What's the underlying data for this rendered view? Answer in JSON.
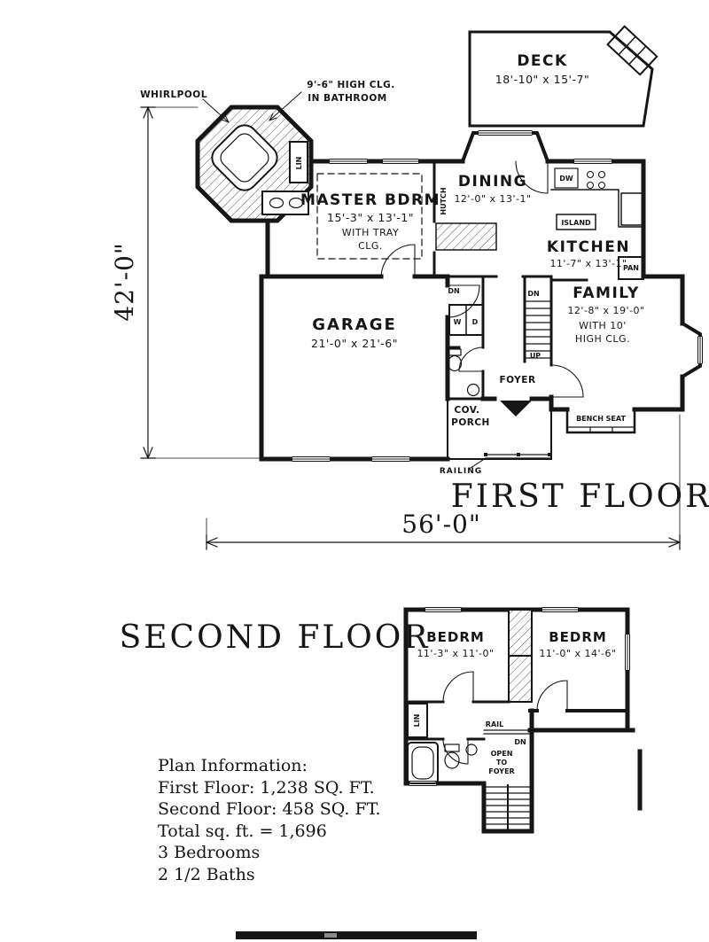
{
  "first_floor": {
    "title": "FIRST FLOOR",
    "dims": {
      "height": "42'-0\"",
      "width": "56'-0\""
    },
    "callouts": {
      "whirlpool": "WHIRLPOOL",
      "clg_line1": "9'-6\" HIGH CLG.",
      "clg_line2": "IN BATHROOM"
    },
    "deck": {
      "name": "DECK",
      "size": "18'-10\" x 15'-7\""
    },
    "master": {
      "name": "MASTER BDRM",
      "size": "15'-3\" x 13'-1\"",
      "note1": "WITH TRAY",
      "note2": "CLG."
    },
    "dining": {
      "name": "DINING",
      "size": "12'-0\" x 13'-1\""
    },
    "kitchen": {
      "name": "KITCHEN",
      "size": "11'-7\" x 13'-1\""
    },
    "family": {
      "name": "FAMILY",
      "size": "12'-8\" x 19'-0\"",
      "note1": "WITH 10'",
      "note2": "HIGH CLG."
    },
    "garage": {
      "name": "GARAGE",
      "size": "21'-0\" x 21'-6\""
    },
    "foyer": "FOYER",
    "porch_line1": "COV.",
    "porch_line2": "PORCH",
    "small": {
      "lin": "LIN",
      "hutch": "HUTCH",
      "dw": "DW",
      "island": "ISLAND",
      "pan": "PAN",
      "dn_hall": "DN",
      "dn_stairs": "DN",
      "up": "UP",
      "w": "W",
      "d": "D",
      "bench": "BENCH SEAT",
      "railing": "RAILING"
    }
  },
  "second_floor": {
    "title": "SECOND FLOOR",
    "bedrm_left": {
      "name": "BEDRM",
      "size": "11'-3\" x 11'-0\""
    },
    "bedrm_right": {
      "name": "BEDRM",
      "size": "11'-0\" x 14'-6\""
    },
    "small": {
      "lin": "LIN",
      "rail": "RAIL",
      "dn": "DN",
      "open1": "OPEN",
      "open2": "TO",
      "open3": "FOYER"
    }
  },
  "plan_info": {
    "heading": "Plan Information:",
    "first_floor_sqft": "First Floor: 1,238 SQ. FT.",
    "second_floor_sqft": "Second Floor: 458 SQ. FT.",
    "total": "Total sq. ft. = 1,696",
    "bedrooms": "3 Bedrooms",
    "baths": "2 1/2 Baths"
  }
}
